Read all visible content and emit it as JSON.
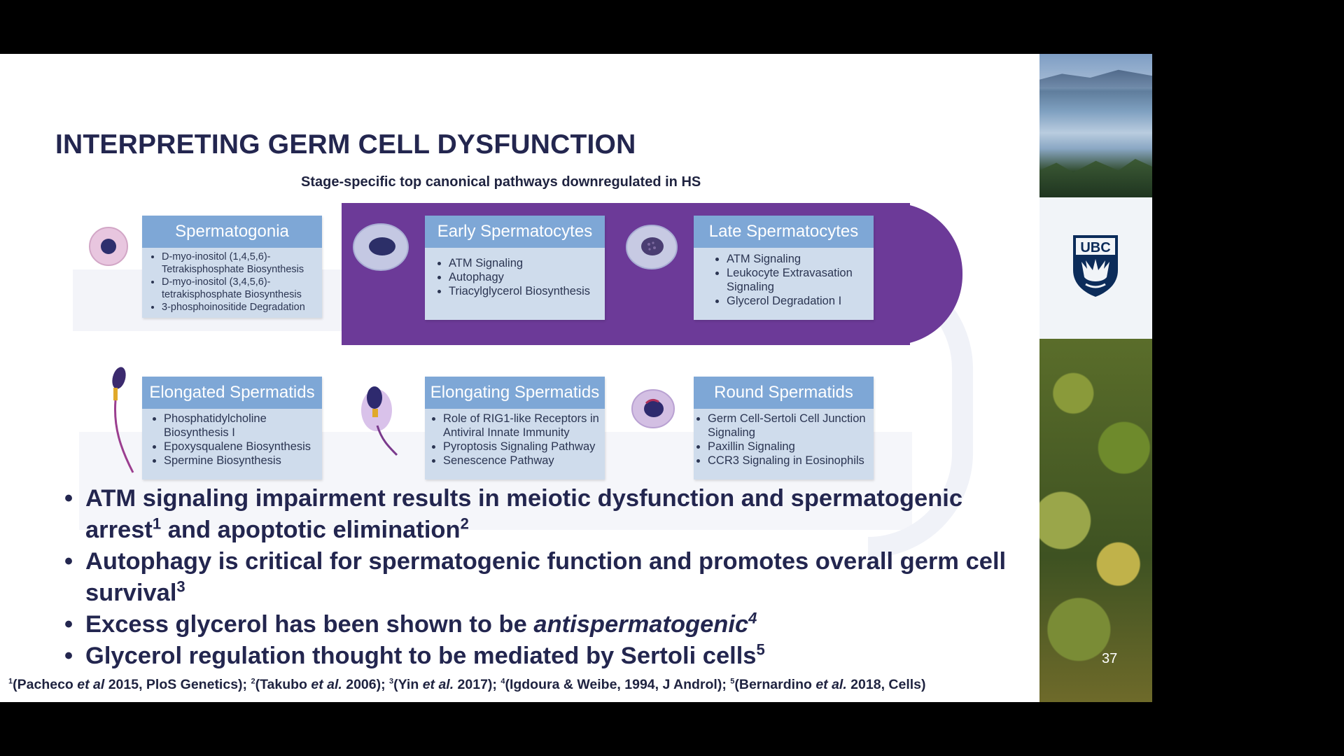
{
  "slide": {
    "title": "INTERPRETING GERM CELL DYSFUNCTION",
    "subtitle": "Stage-specific top canonical pathways downregulated in HS",
    "page_number": "37",
    "logo_text": "UBC"
  },
  "stages": [
    {
      "name": "Spermatogonia",
      "items": [
        "D-myo-inositol (1,4,5,6)-Tetrakisphosphate Biosynthesis",
        "D-myo-inositol (3,4,5,6)-tetrakisphosphate Biosynthesis",
        "3-phosphoinositide Degradation"
      ]
    },
    {
      "name": "Early Spermatocytes",
      "items": [
        "ATM Signaling",
        "Autophagy",
        "Triacylglycerol Biosynthesis"
      ]
    },
    {
      "name": "Late Spermatocytes",
      "items": [
        "ATM Signaling",
        "Leukocyte Extravasation Signaling",
        "Glycerol Degradation I"
      ]
    },
    {
      "name": "Elongated Spermatids",
      "items": [
        "Phosphatidylcholine Biosynthesis I",
        "Epoxysqualene Biosynthesis",
        "Spermine Biosynthesis"
      ]
    },
    {
      "name": "Elongating Spermatids",
      "items": [
        "Role of RIG1-like Receptors in Antiviral Innate Immunity",
        "Pyroptosis Signaling Pathway",
        "Senescence Pathway"
      ]
    },
    {
      "name": "Round Spermatids",
      "items": [
        "Germ Cell-Sertoli Cell Junction Signaling",
        "Paxillin Signaling",
        "CCR3 Signaling in Eosinophils"
      ]
    }
  ],
  "bullets": [
    {
      "text": "ATM signaling impairment results in meiotic dysfunction and spermatogenic arrest",
      "sup": "1",
      "text2": " and apoptotic elimination",
      "sup2": "2"
    },
    {
      "text": "Autophagy is critical for spermatogenic function and promotes overall germ cell survival",
      "sup": "3"
    },
    {
      "text": "Excess glycerol has been shown to be ",
      "italic": "antispermatogenic",
      "sup": "4"
    },
    {
      "text": "Glycerol regulation thought to be mediated by Sertoli cells",
      "sup": "5"
    }
  ],
  "references": [
    {
      "num": "1",
      "pre": "(Pacheco ",
      "et": "et al",
      "post": " 2015, PloS Genetics); "
    },
    {
      "num": "2",
      "pre": "(Takubo ",
      "et": "et al.",
      "post": " 2006); "
    },
    {
      "num": "3",
      "pre": "(Yin ",
      "et": "et al.",
      "post": " 2017); "
    },
    {
      "num": "4",
      "pre": "(Igdoura & Weibe, 1994, J Androl); ",
      "et": "",
      "post": ""
    },
    {
      "num": "5",
      "pre": "(Bernardino ",
      "et": "et al.",
      "post": " 2018, Cells)"
    }
  ],
  "colors": {
    "title": "#23264f",
    "header_blue": "#7ea7d6",
    "card_bg": "#cfdcec",
    "band_purple": "#6c3a98"
  }
}
